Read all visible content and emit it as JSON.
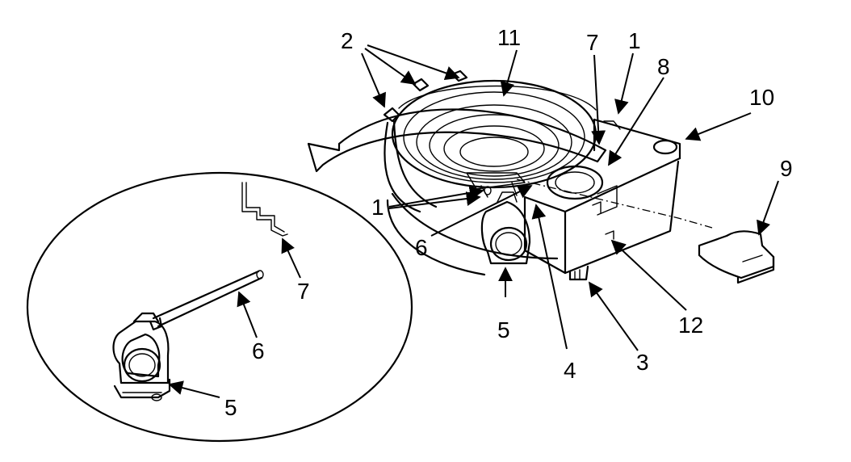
{
  "labels": {
    "l1": "1",
    "l2": "2",
    "l3": "3",
    "l4": "4",
    "l5": "5",
    "l6": "6",
    "l7": "7",
    "l8": "8",
    "l9": "9",
    "l10": "10",
    "l11": "11",
    "l12": "12"
  },
  "colors": {
    "ink": "#000000",
    "background": "#ffffff"
  }
}
